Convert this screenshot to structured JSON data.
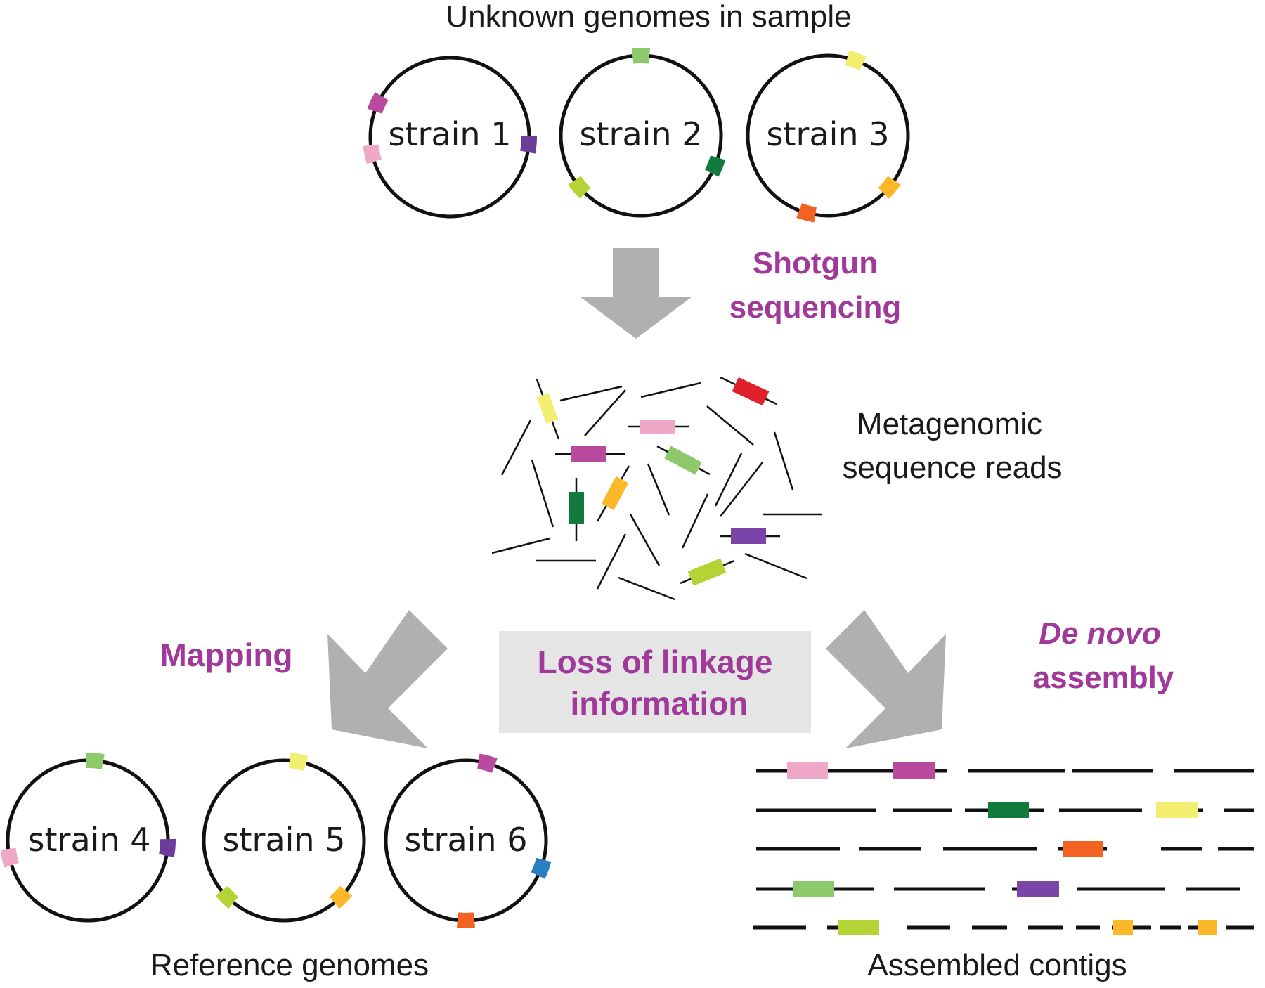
{
  "top_title": "Unknown genomes in sample",
  "shotgun": {
    "line1": "Shotgun",
    "line2": "sequencing"
  },
  "reads_label": {
    "line1": "Metagenomic",
    "line2": "sequence reads"
  },
  "mapping_label": "Mapping",
  "denovo": {
    "line1": "De novo",
    "line2": "assembly"
  },
  "loss": {
    "line1": "Loss of linkage",
    "line2": "information"
  },
  "reference_label": "Reference genomes",
  "contigs_label": "Assembled contigs",
  "colors": {
    "pink": "#f0a8c8",
    "magenta": "#b94a9e",
    "purple": "#6b3d99",
    "violet": "#7a45a6",
    "light_green": "#8dc96a",
    "dark_green": "#137a3e",
    "lime": "#b4d334",
    "yellow": "#f2ee70",
    "orange_yellow": "#fbb829",
    "orange": "#f26322",
    "red": "#e0202a",
    "blue": "#2a7fc4",
    "arrow_gray": "#b0b0b0",
    "box_gray": "#e5e5e5",
    "label_purple": "#a0399a"
  },
  "unknown_strains": [
    {
      "label": "strain 1",
      "markers": [
        {
          "angle": 295,
          "color": "magenta"
        },
        {
          "angle": 95,
          "color": "purple"
        },
        {
          "angle": 258,
          "color": "pink"
        }
      ]
    },
    {
      "label": "strain 2",
      "markers": [
        {
          "angle": 360,
          "color": "light_green"
        },
        {
          "angle": 112,
          "color": "dark_green"
        },
        {
          "angle": 230,
          "color": "lime"
        }
      ]
    },
    {
      "label": "strain 3",
      "markers": [
        {
          "angle": 20,
          "color": "yellow"
        },
        {
          "angle": 130,
          "color": "orange_yellow"
        },
        {
          "angle": 195,
          "color": "orange"
        }
      ]
    }
  ],
  "reference_strains": [
    {
      "label": "strain 4",
      "markers": [
        {
          "angle": 5,
          "color": "light_green"
        },
        {
          "angle": 95,
          "color": "purple"
        },
        {
          "angle": 258,
          "color": "pink"
        }
      ]
    },
    {
      "label": "strain 5",
      "markers": [
        {
          "angle": 10,
          "color": "yellow"
        },
        {
          "angle": 135,
          "color": "orange_yellow"
        },
        {
          "angle": 225,
          "color": "lime"
        }
      ]
    },
    {
      "label": "strain 6",
      "markers": [
        {
          "angle": 15,
          "color": "magenta"
        },
        {
          "angle": 110,
          "color": "blue"
        },
        {
          "angle": 180,
          "color": "orange"
        }
      ]
    }
  ]
}
